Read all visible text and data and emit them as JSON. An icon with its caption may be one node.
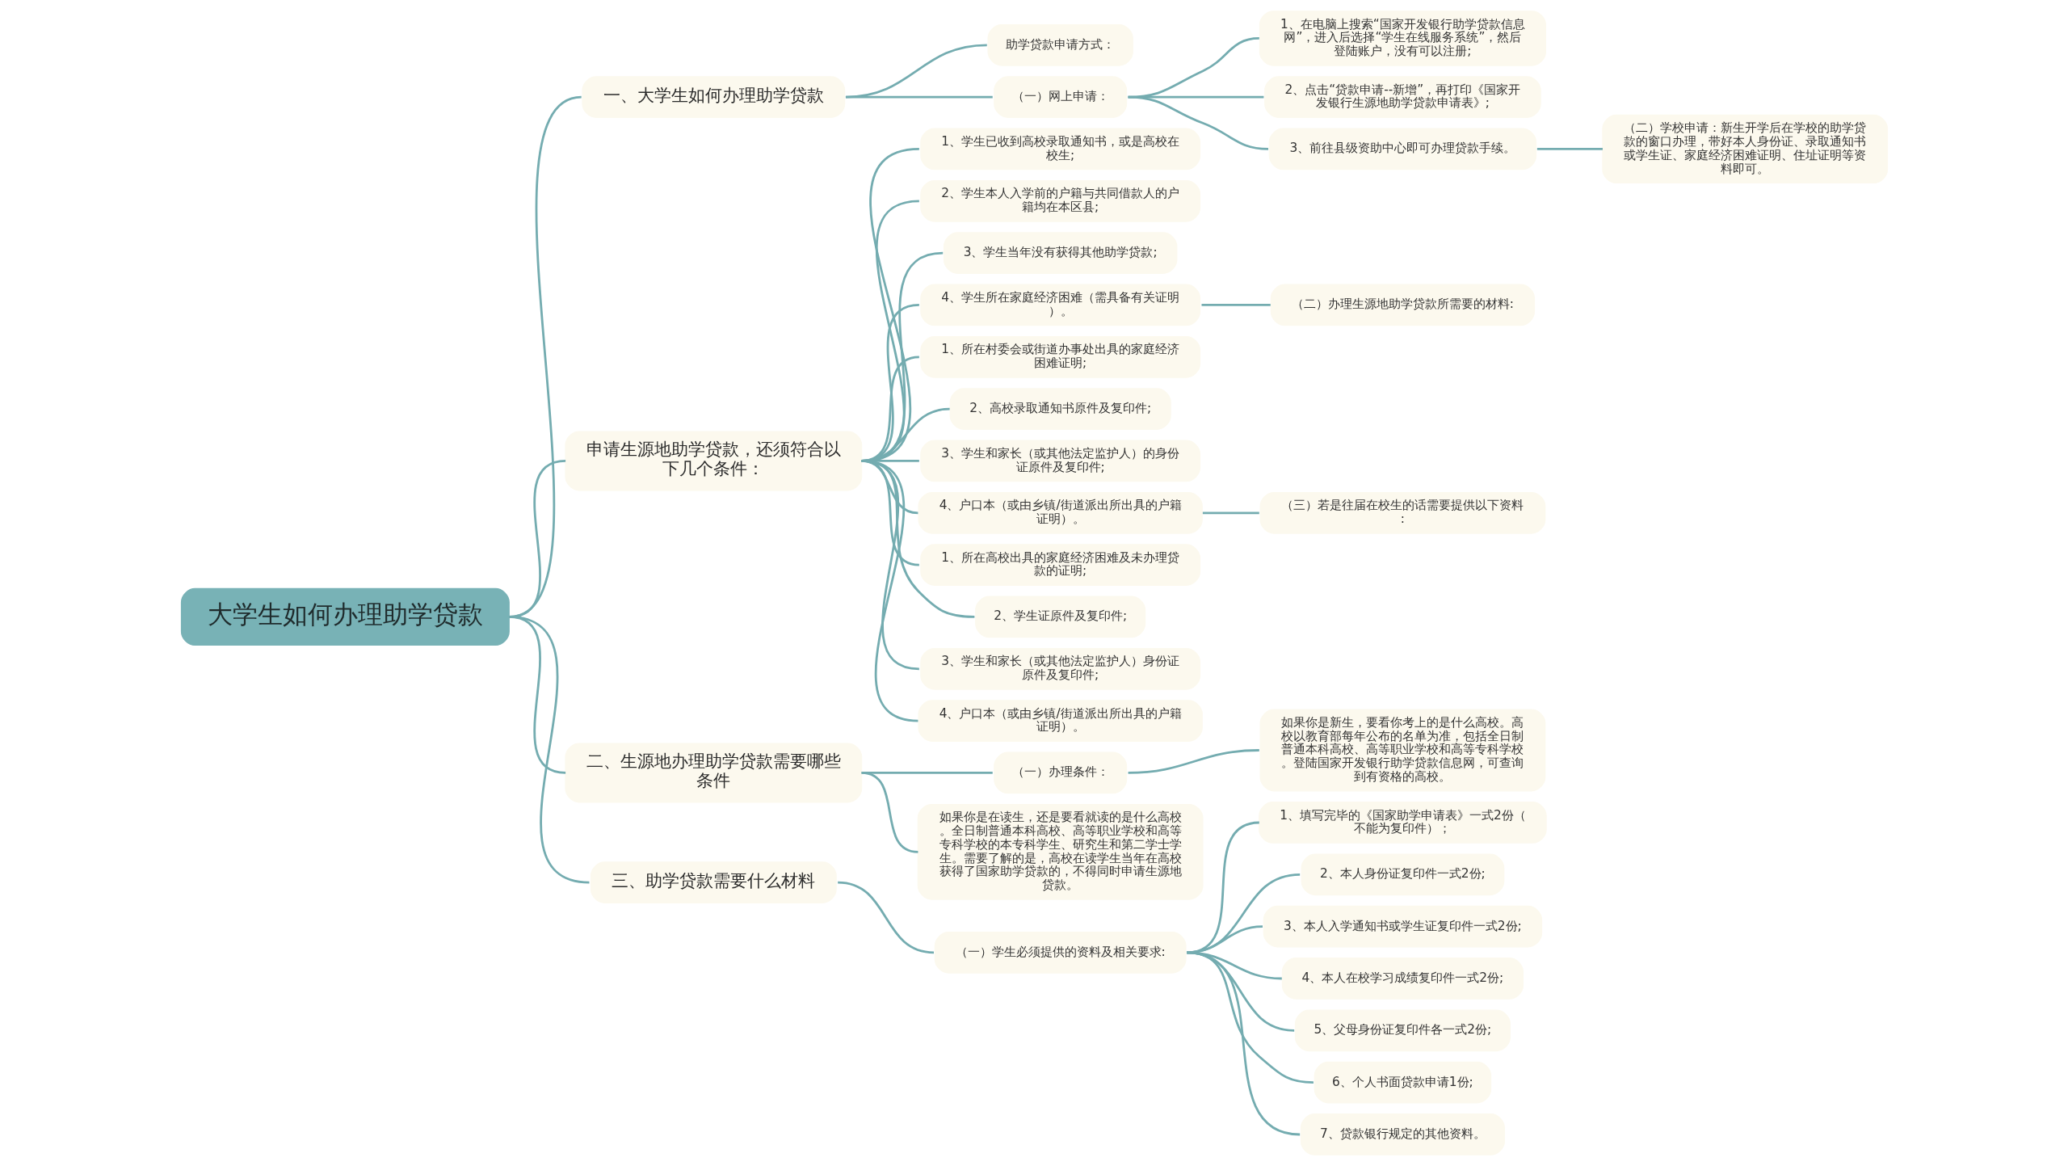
{
  "diagram": {
    "nodes": [
      {
        "text": [
          "大学生如何办理助学贷款"
        ]
      },
      {
        "text": [
          "一、大学生如何办理助学贷款"
        ]
      },
      {
        "text": [
          "助学贷款申请方式："
        ]
      },
      {
        "text": [
          "（一）网上申请："
        ]
      },
      {
        "text": [
          "1、在电脑上搜索“国家开发银行助学贷款信息网”，进入后选择“学生在线服务系统”，然后登陆账户，没有可以注册;"
        ]
      },
      {
        "text": [
          "2、点击“贷款申请--新增”，再打印《国家开发银行生源地助学贷款申请表》;"
        ]
      },
      {
        "text": [
          "3、前往县级资助中心即可办理贷款手续。"
        ]
      },
      {
        "text": [
          "（二）学校申请：新生开学后在学校的助学贷款的窗口办理，带好本人身份证、录取通知书或学生证、家庭经济困难证明、住址证明等资料即可。"
        ]
      },
      {
        "text": [
          "申请生源地助学贷款，还须符合以下几个条件："
        ]
      },
      {
        "text": [
          "1、学生已收到高校录取通知书，或是高校在校生;"
        ]
      },
      {
        "text": [
          "2、学生本人入学前的户籍与共同借款人的户籍均在本区县;"
        ]
      },
      {
        "text": [
          "3、学生当年没有获得其他助学贷款;"
        ]
      },
      {
        "text": [
          "4、学生所在家庭经济困难（需具备有关证明）。"
        ]
      },
      {
        "text": [
          "（二）办理生源地助学贷款所需要的材料:"
        ]
      },
      {
        "text": [
          "1、所在村委会或街道办事处出具的家庭经济困难证明;"
        ]
      },
      {
        "text": [
          "2、高校录取通知书原件及复印件;"
        ]
      },
      {
        "text": [
          "3、学生和家长（或其他法定监护人）的身份证原件及复印件;"
        ]
      },
      {
        "text": [
          "4、户口本（或由乡镇/街道派出所出具的户籍证明）。"
        ]
      },
      {
        "text": [
          "（三）若是往届在校生的话需要提供以下资料:"
        ]
      },
      {
        "text": [
          "1、所在高校出具的家庭经济困难及未办理贷款的证明;"
        ]
      },
      {
        "text": [
          "2、学生证原件及复印件;"
        ]
      },
      {
        "text": [
          "3、学生和家长（或其他法定监护人）身份证原件及复印件;"
        ]
      },
      {
        "text": [
          "4、户口本（或由乡镇/街道派出所出具的户籍证明）。"
        ]
      },
      {
        "text": [
          "二、生源地办理助学贷款需要哪些条件"
        ]
      },
      {
        "text": [
          "（一）办理条件："
        ]
      },
      {
        "text": [
          "如果你是新生，要看你考上的是什么高校。高校以教育部每年公布的名单为准，包括全日制普通本科高校、高等职业学校和高等专科学校。登陆国家开发银行助学贷款信息网，可查询到有资格的高校。"
        ]
      },
      {
        "text": [
          "如果你是在读生，还是要看就读的是什么高校。全日制普通本科高校、高等职业学校和高等专科学校的本专科学生、研究生和第二学士学生。需要了解的是，高校在读学生当年在高校获得了国家助学贷款的，不得同时申请生源地贷款。"
        ]
      },
      {
        "text": [
          "三、助学贷款需要什么材料"
        ]
      },
      {
        "text": [
          "（一）学生必须提供的资料及相关要求:"
        ]
      },
      {
        "text": [
          "1、填写完毕的《国家助学申请表》一式2份（不能为复印件）；"
        ]
      },
      {
        "text": [
          "2、本人身份证复印件一式2份;"
        ]
      },
      {
        "text": [
          "3、本人入学通知书或学生证复印件一式2份;"
        ]
      },
      {
        "text": [
          "4、本人在校学习成绩复印件一式2份;"
        ]
      },
      {
        "text": [
          "5、父母身份证复印件各一式2份;"
        ]
      },
      {
        "text": [
          "6、个人书面贷款申请1份;"
        ]
      },
      {
        "text": [
          "7、贷款银行规定的其他资料。"
        ]
      }
    ],
    "edges": [
      {
        "from": 0,
        "to": 1,
        "arrow": "none"
      },
      {
        "from": 1,
        "to": 2,
        "arrow": "none"
      },
      {
        "from": 1,
        "to": 3,
        "arrow": "none"
      },
      {
        "from": 3,
        "to": 4,
        "arrow": "none"
      },
      {
        "from": 3,
        "to": 5,
        "arrow": "none"
      },
      {
        "from": 3,
        "to": 6,
        "arrow": "none"
      },
      {
        "from": 6,
        "to": 7,
        "arrow": "none"
      },
      {
        "from": 0,
        "to": 8,
        "arrow": "none"
      },
      {
        "from": 8,
        "to": 9,
        "arrow": "none"
      },
      {
        "from": 8,
        "to": 10,
        "arrow": "none"
      },
      {
        "from": 8,
        "to": 11,
        "arrow": "none"
      },
      {
        "from": 8,
        "to": 12,
        "arrow": "none"
      },
      {
        "from": 12,
        "to": 13,
        "arrow": "none"
      },
      {
        "from": 8,
        "to": 14,
        "arrow": "none"
      },
      {
        "from": 8,
        "to": 15,
        "arrow": "none"
      },
      {
        "from": 8,
        "to": 16,
        "arrow": "none"
      },
      {
        "from": 8,
        "to": 17,
        "arrow": "none"
      },
      {
        "from": 17,
        "to": 18,
        "arrow": "none"
      },
      {
        "from": 8,
        "to": 19,
        "arrow": "none"
      },
      {
        "from": 8,
        "to": 20,
        "arrow": "none"
      },
      {
        "from": 8,
        "to": 21,
        "arrow": "none"
      },
      {
        "from": 8,
        "to": 22,
        "arrow": "none"
      },
      {
        "from": 0,
        "to": 23,
        "arrow": "none"
      },
      {
        "from": 23,
        "to": 24,
        "arrow": "none"
      },
      {
        "from": 24,
        "to": 25,
        "arrow": "none"
      },
      {
        "from": 23,
        "to": 26,
        "arrow": "none"
      },
      {
        "from": 0,
        "to": 27,
        "arrow": "none"
      },
      {
        "from": 27,
        "to": 28,
        "arrow": "none"
      },
      {
        "from": 28,
        "to": 29,
        "arrow": "none"
      },
      {
        "from": 28,
        "to": 30,
        "arrow": "none"
      },
      {
        "from": 28,
        "to": 31,
        "arrow": "none"
      },
      {
        "from": 28,
        "to": 32,
        "arrow": "none"
      },
      {
        "from": 28,
        "to": 33,
        "arrow": "none"
      },
      {
        "from": 28,
        "to": 34,
        "arrow": "none"
      },
      {
        "from": 28,
        "to": 35,
        "arrow": "none"
      }
    ]
  }
}
